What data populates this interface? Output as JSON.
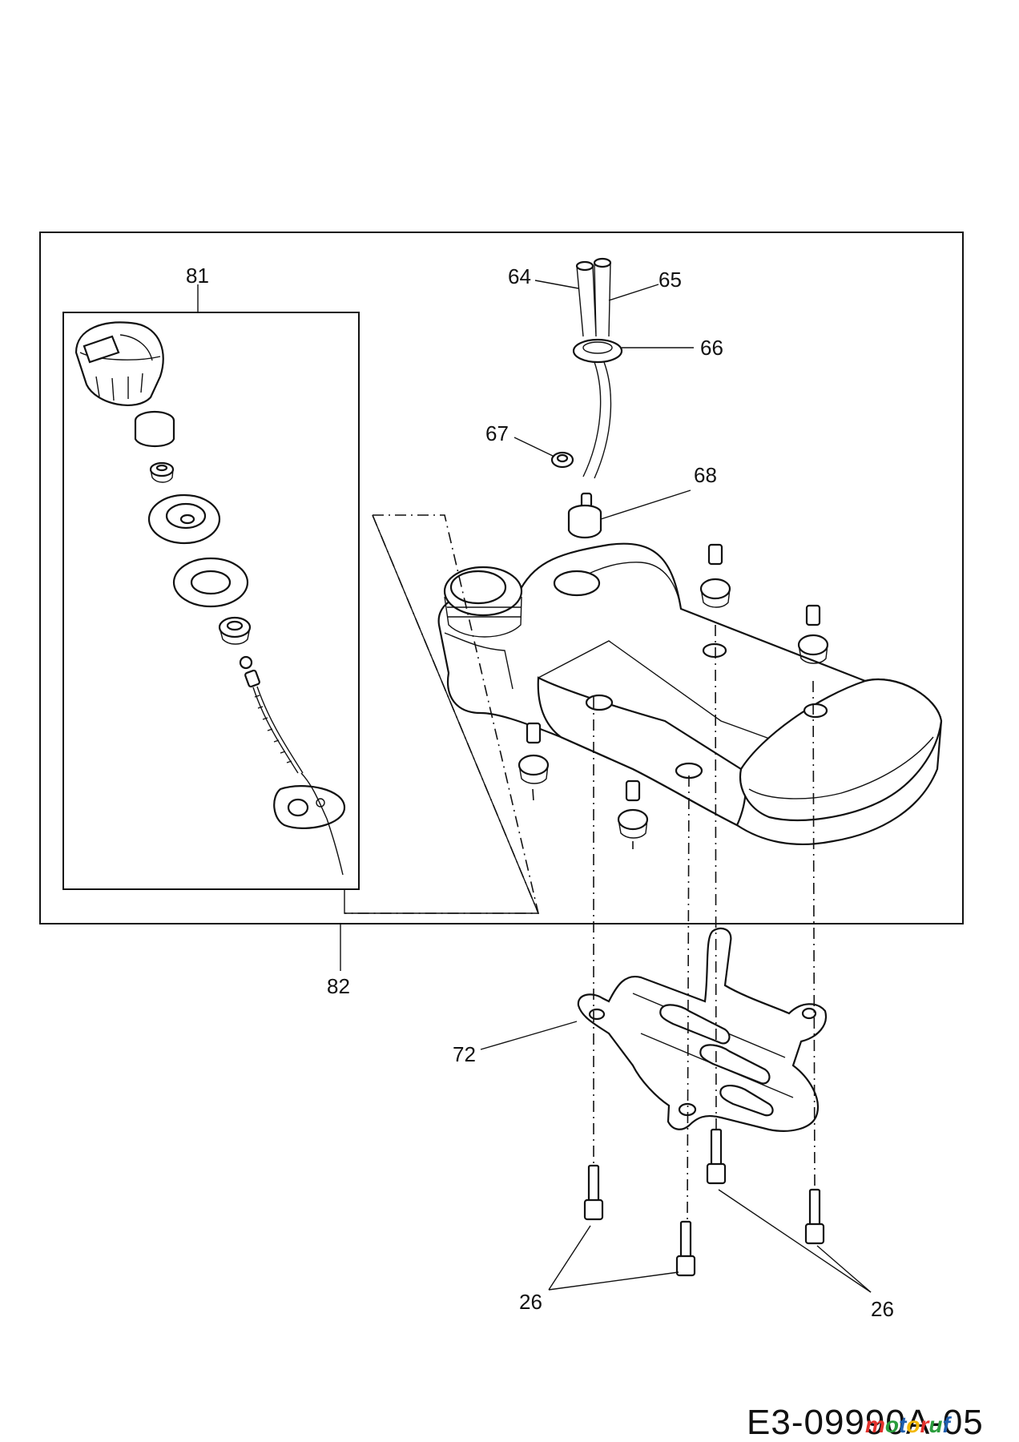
{
  "labels": {
    "p64": "64",
    "p65": "65",
    "p66": "66",
    "p67": "67",
    "p68": "68",
    "p72": "72",
    "p81": "81",
    "p82": "82",
    "p26a": "26",
    "p26b": "26"
  },
  "drawing_code": "E3-09990A-05",
  "watermark": {
    "text": "motoruf",
    "colors": [
      "#e4312b",
      "#2a9d3c",
      "#1f5fb0",
      "#f2b705",
      "#e4312b",
      "#2a9d3c",
      "#1f5fb0"
    ]
  }
}
